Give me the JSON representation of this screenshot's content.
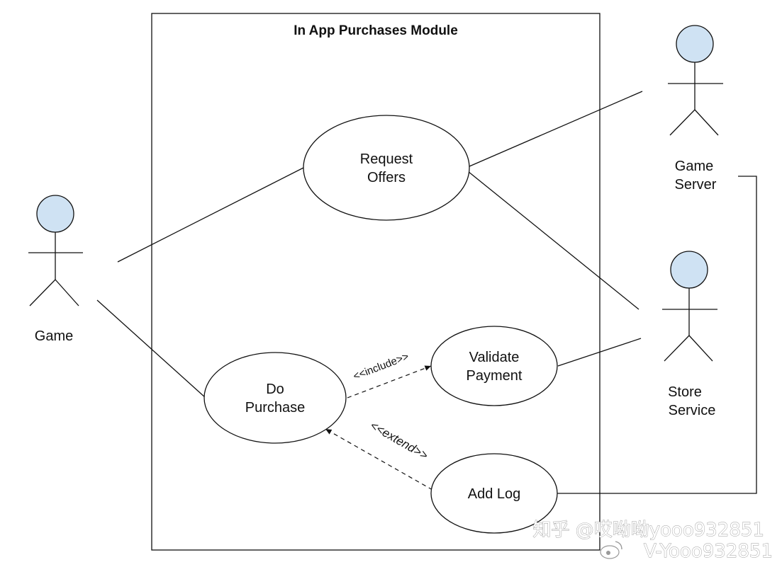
{
  "system": {
    "title": "In App Purchases Module"
  },
  "actors": [
    {
      "id": "game",
      "label_lines": [
        "Game"
      ]
    },
    {
      "id": "game-server",
      "label_lines": [
        "Game",
        "Server"
      ]
    },
    {
      "id": "store-service",
      "label_lines": [
        "Store",
        "Service"
      ]
    }
  ],
  "use_cases": [
    {
      "id": "request-offers",
      "label_lines": [
        "Request",
        "Offers"
      ]
    },
    {
      "id": "do-purchase",
      "label_lines": [
        "Do",
        "Purchase"
      ]
    },
    {
      "id": "validate-payment",
      "label_lines": [
        "Validate",
        "Payment"
      ]
    },
    {
      "id": "add-log",
      "label_lines": [
        "Add Log"
      ]
    }
  ],
  "relationships": [
    {
      "from": "game",
      "to": "request-offers",
      "kind": "association"
    },
    {
      "from": "game",
      "to": "do-purchase",
      "kind": "association"
    },
    {
      "from": "request-offers",
      "to": "game-server",
      "kind": "association"
    },
    {
      "from": "request-offers",
      "to": "store-service",
      "kind": "association"
    },
    {
      "from": "validate-payment",
      "to": "store-service",
      "kind": "association"
    },
    {
      "from": "add-log",
      "to": "game-server",
      "kind": "association"
    },
    {
      "from": "do-purchase",
      "to": "validate-payment",
      "kind": "include",
      "label": "<<include>>"
    },
    {
      "from": "add-log",
      "to": "do-purchase",
      "kind": "extend",
      "label": "<<extend>>"
    }
  ],
  "watermark": {
    "line1": "知乎 @哎呦呦yooo932851",
    "line2": "V-Yooo932851"
  },
  "colors": {
    "actor_head": "#cfe2f3",
    "stroke": "#111111",
    "background": "#ffffff"
  }
}
